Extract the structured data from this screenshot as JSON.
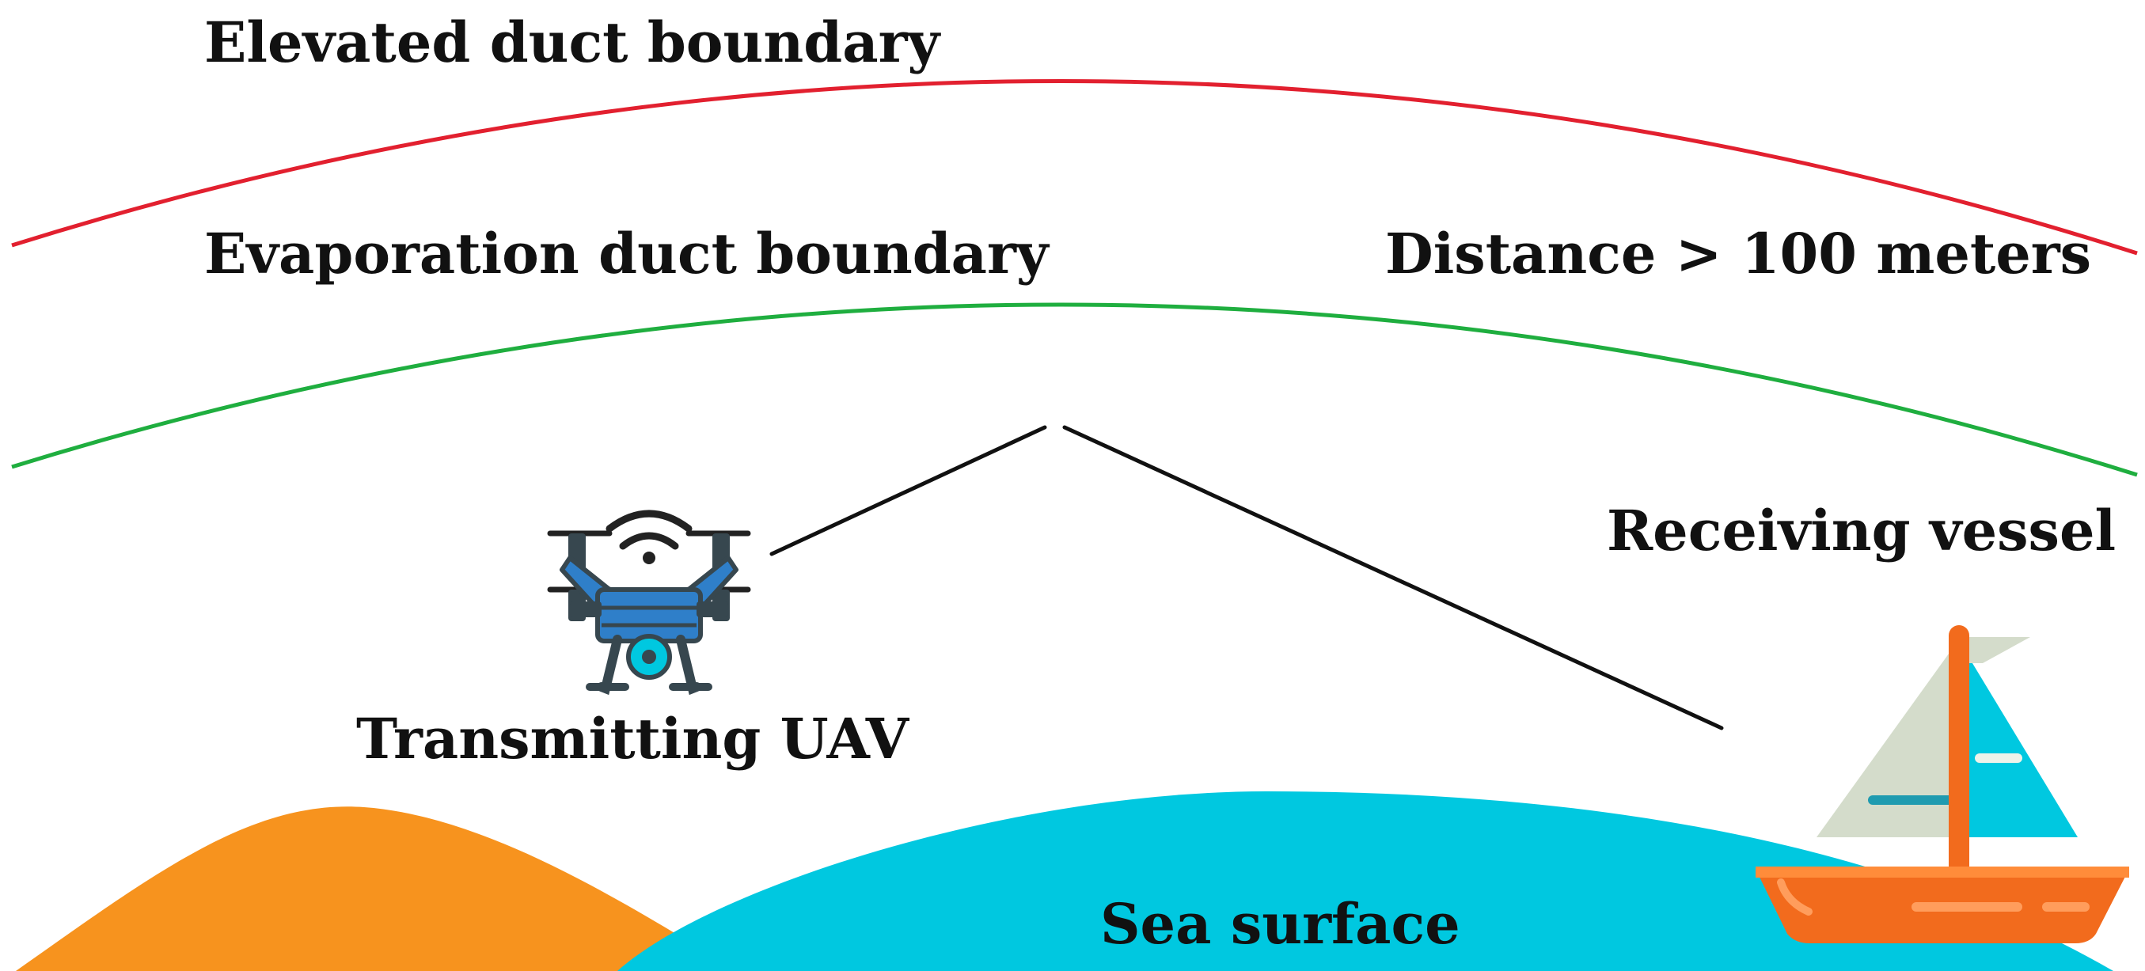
{
  "labels": {
    "elevated_duct": "Elevated duct boundary",
    "evaporation_duct": "Evaporation duct boundary",
    "distance": "Distance > 100 meters",
    "receiving_vessel": "Receiving vessel",
    "transmitting_uav": "Transmitting UAV",
    "sea_surface": "Sea surface"
  },
  "icons": {
    "transmitter": "drone-icon",
    "receiver": "sailboat-icon",
    "signal": "wifi-signal-icon"
  },
  "colors": {
    "elevated_duct_line": "#e2202f",
    "evaporation_duct_line": "#1fae3f",
    "signal_path": "#111111",
    "sea": "#00c8e0",
    "land": "#f7931e",
    "drone_body": "#2f7fc9",
    "drone_frame": "#37474f",
    "boat_hull": "#f26b1d",
    "sail": "#d4dccb"
  }
}
